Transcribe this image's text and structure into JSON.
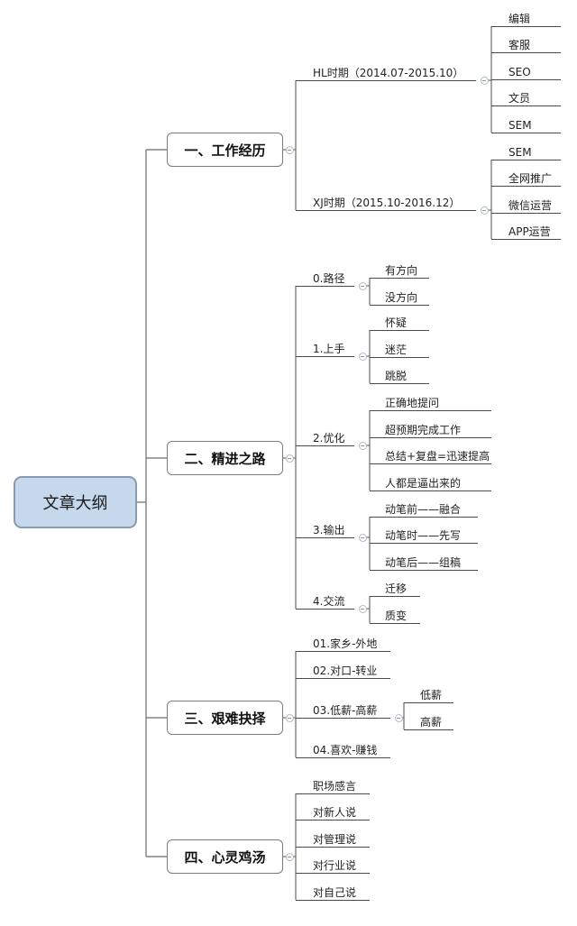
{
  "root": {
    "label": "文章大纲"
  },
  "branches": [
    {
      "label": "一、工作经历",
      "children": [
        {
          "label": "HL时期（2014.07-2015.10）",
          "children": [
            "编辑",
            "客服",
            "SEO",
            "文员",
            "SEM"
          ]
        },
        {
          "label": "XJ时期（2015.10-2016.12）",
          "children": [
            "SEM",
            "全网推广",
            "微信运营",
            "APP运营"
          ]
        }
      ]
    },
    {
      "label": "二、精进之路",
      "children": [
        {
          "label": "0.路径",
          "children": [
            "有方向",
            "没方向"
          ]
        },
        {
          "label": "1.上手",
          "children": [
            "怀疑",
            "迷茫",
            "跳脱"
          ]
        },
        {
          "label": "2.优化",
          "children": [
            "正确地提问",
            "超预期完成工作",
            "总结+复盘=迅速提高",
            "人都是逼出来的"
          ]
        },
        {
          "label": "3.输出",
          "children": [
            "动笔前——融合",
            "动笔时——先写",
            "动笔后——组稿"
          ]
        },
        {
          "label": "4.交流",
          "children": [
            "迁移",
            "质变"
          ]
        }
      ]
    },
    {
      "label": "三、艰难抉择",
      "children": [
        {
          "label": "01.家乡-外地",
          "children": []
        },
        {
          "label": "02.对口-转业",
          "children": []
        },
        {
          "label": "03.低薪-高薪",
          "children": [
            "低薪",
            "高薪"
          ]
        },
        {
          "label": "04.喜欢-赚钱",
          "children": []
        }
      ]
    },
    {
      "label": "四、心灵鸡汤",
      "children": [
        {
          "label": "职场感言",
          "children": []
        },
        {
          "label": "对新人说",
          "children": []
        },
        {
          "label": "对管理说",
          "children": []
        },
        {
          "label": "对行业说",
          "children": []
        },
        {
          "label": "对自己说",
          "children": []
        }
      ]
    }
  ]
}
